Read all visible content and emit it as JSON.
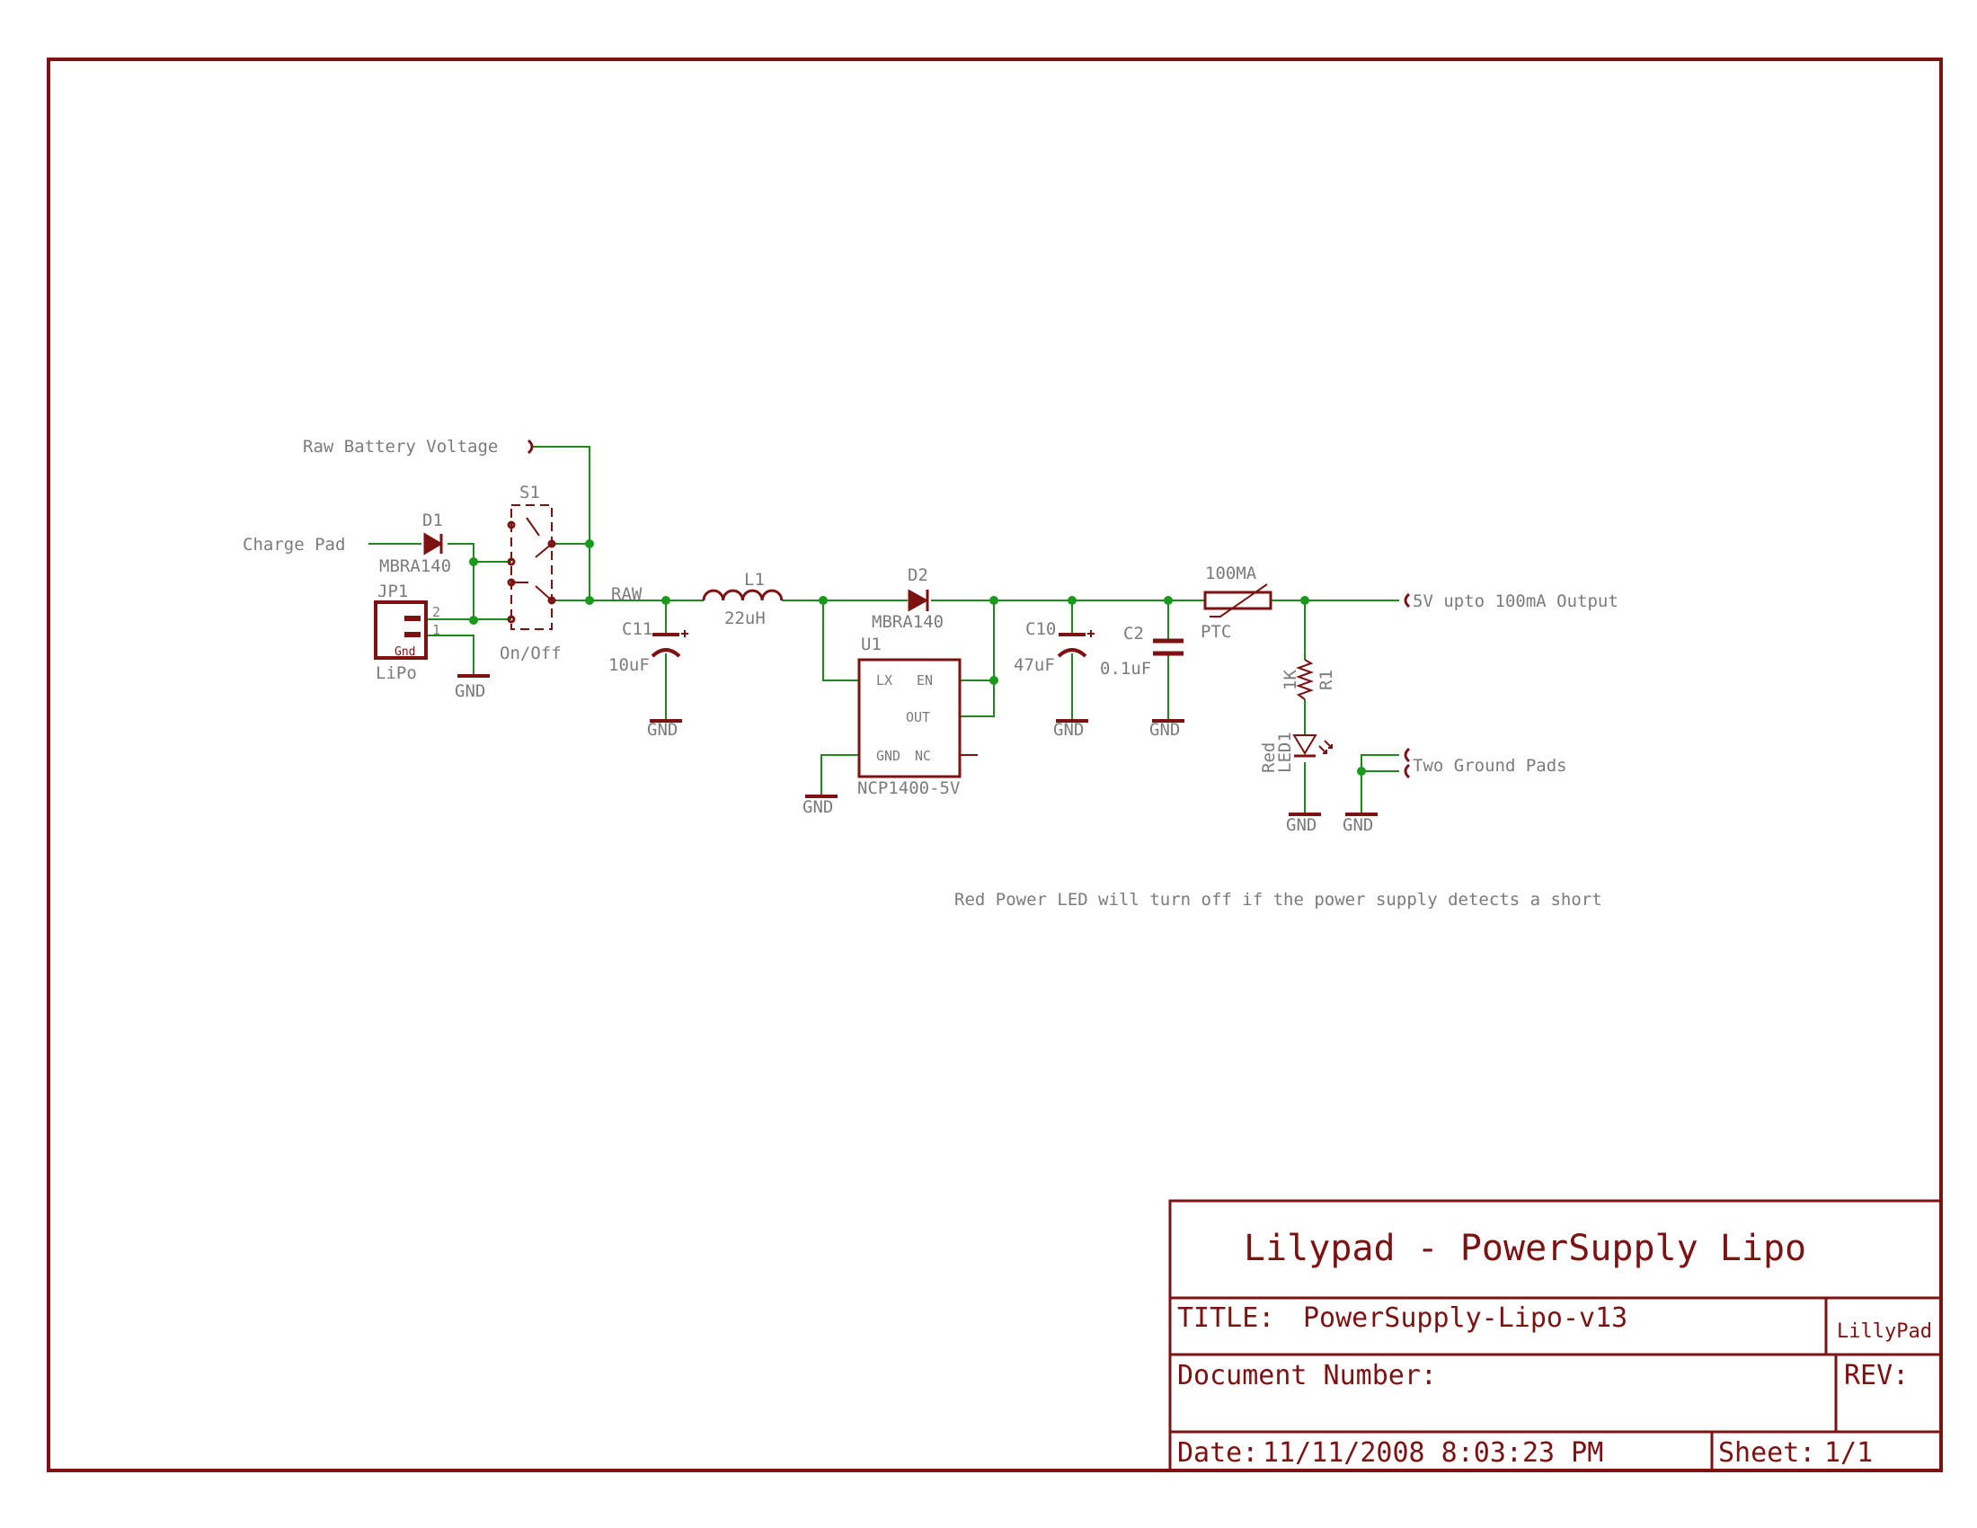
{
  "sheet": {
    "title_block": {
      "heading": "Lilypad - PowerSupply Lipo",
      "title_label": "TITLE:",
      "title_value": "PowerSupply-Lipo-v13",
      "company": "LillyPad",
      "doc_label": "Document Number:",
      "rev_label": "REV:",
      "date_label": "Date:",
      "date_value": "11/11/2008 8:03:23 PM",
      "sheet_label": "Sheet:",
      "sheet_value": "1/1"
    }
  },
  "nets": {
    "raw_battery": "Raw Battery Voltage",
    "charge_pad": "Charge Pad",
    "raw": "RAW",
    "output": "5V upto 100mA Output",
    "ground_pads": "Two Ground Pads"
  },
  "parts": {
    "d1": {
      "name": "D1",
      "value": "MBRA140"
    },
    "jp1": {
      "name": "JP1",
      "value": "LiPo",
      "pin2": "2",
      "pin1": "1",
      "gnd": "Gnd"
    },
    "s1": {
      "name": "S1",
      "value": "On/Off"
    },
    "c11": {
      "name": "C11",
      "value": "10uF"
    },
    "l1": {
      "name": "L1",
      "value": "22uH"
    },
    "d2": {
      "name": "D2",
      "value": "MBRA140"
    },
    "u1": {
      "name": "U1",
      "value": "NCP1400-5V",
      "pin_lx": "LX",
      "pin_en": "EN",
      "pin_out": "OUT",
      "pin_gnd": "GND",
      "pin_nc": "NC"
    },
    "c10": {
      "name": "C10",
      "value": "47uF"
    },
    "c2": {
      "name": "C2",
      "value": "0.1uF"
    },
    "ptc": {
      "name": "PTC",
      "value": "100MA"
    },
    "r1": {
      "name": "R1",
      "value": "1K"
    },
    "led1": {
      "name": "LED1",
      "value": "Red"
    }
  },
  "gnd_label": "GND",
  "note": "Red Power LED will turn off if the power supply detects a short",
  "colors": {
    "wire": "#1e8a1e",
    "component": "#7d1212",
    "text": "#7b7b7b",
    "junction": "#1a9a1a"
  }
}
